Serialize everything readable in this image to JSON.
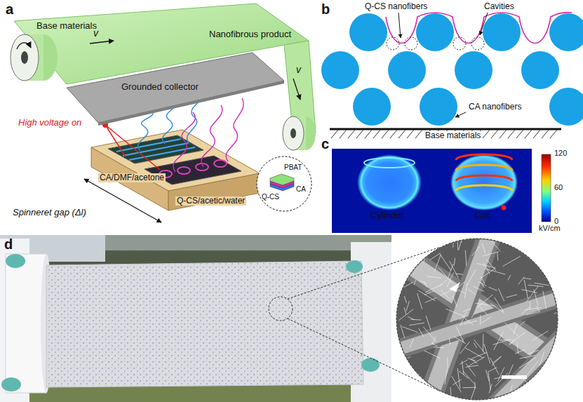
{
  "diagram": {
    "nodes": [
      {
        "text": [
          "Grounded collector"
        ]
      },
      {
        "text": [
          "PBAT",
          "Q-CS",
          "CA"
        ]
      }
    ],
    "labels": [
      "a",
      "Base materials",
      "v",
      "Nanofibrous product",
      "v",
      "High voltage on",
      "CA/DMF/acetone",
      "Q-CS/acetic/water",
      "Spinneret gap (Δl)",
      "b",
      "Q-CS nanofibers",
      "Cavities",
      "CA nanofibers",
      "Base materials",
      "c",
      "Cylinder",
      "Coil",
      "120",
      "60",
      "0",
      "kV/cm",
      "d"
    ]
  }
}
